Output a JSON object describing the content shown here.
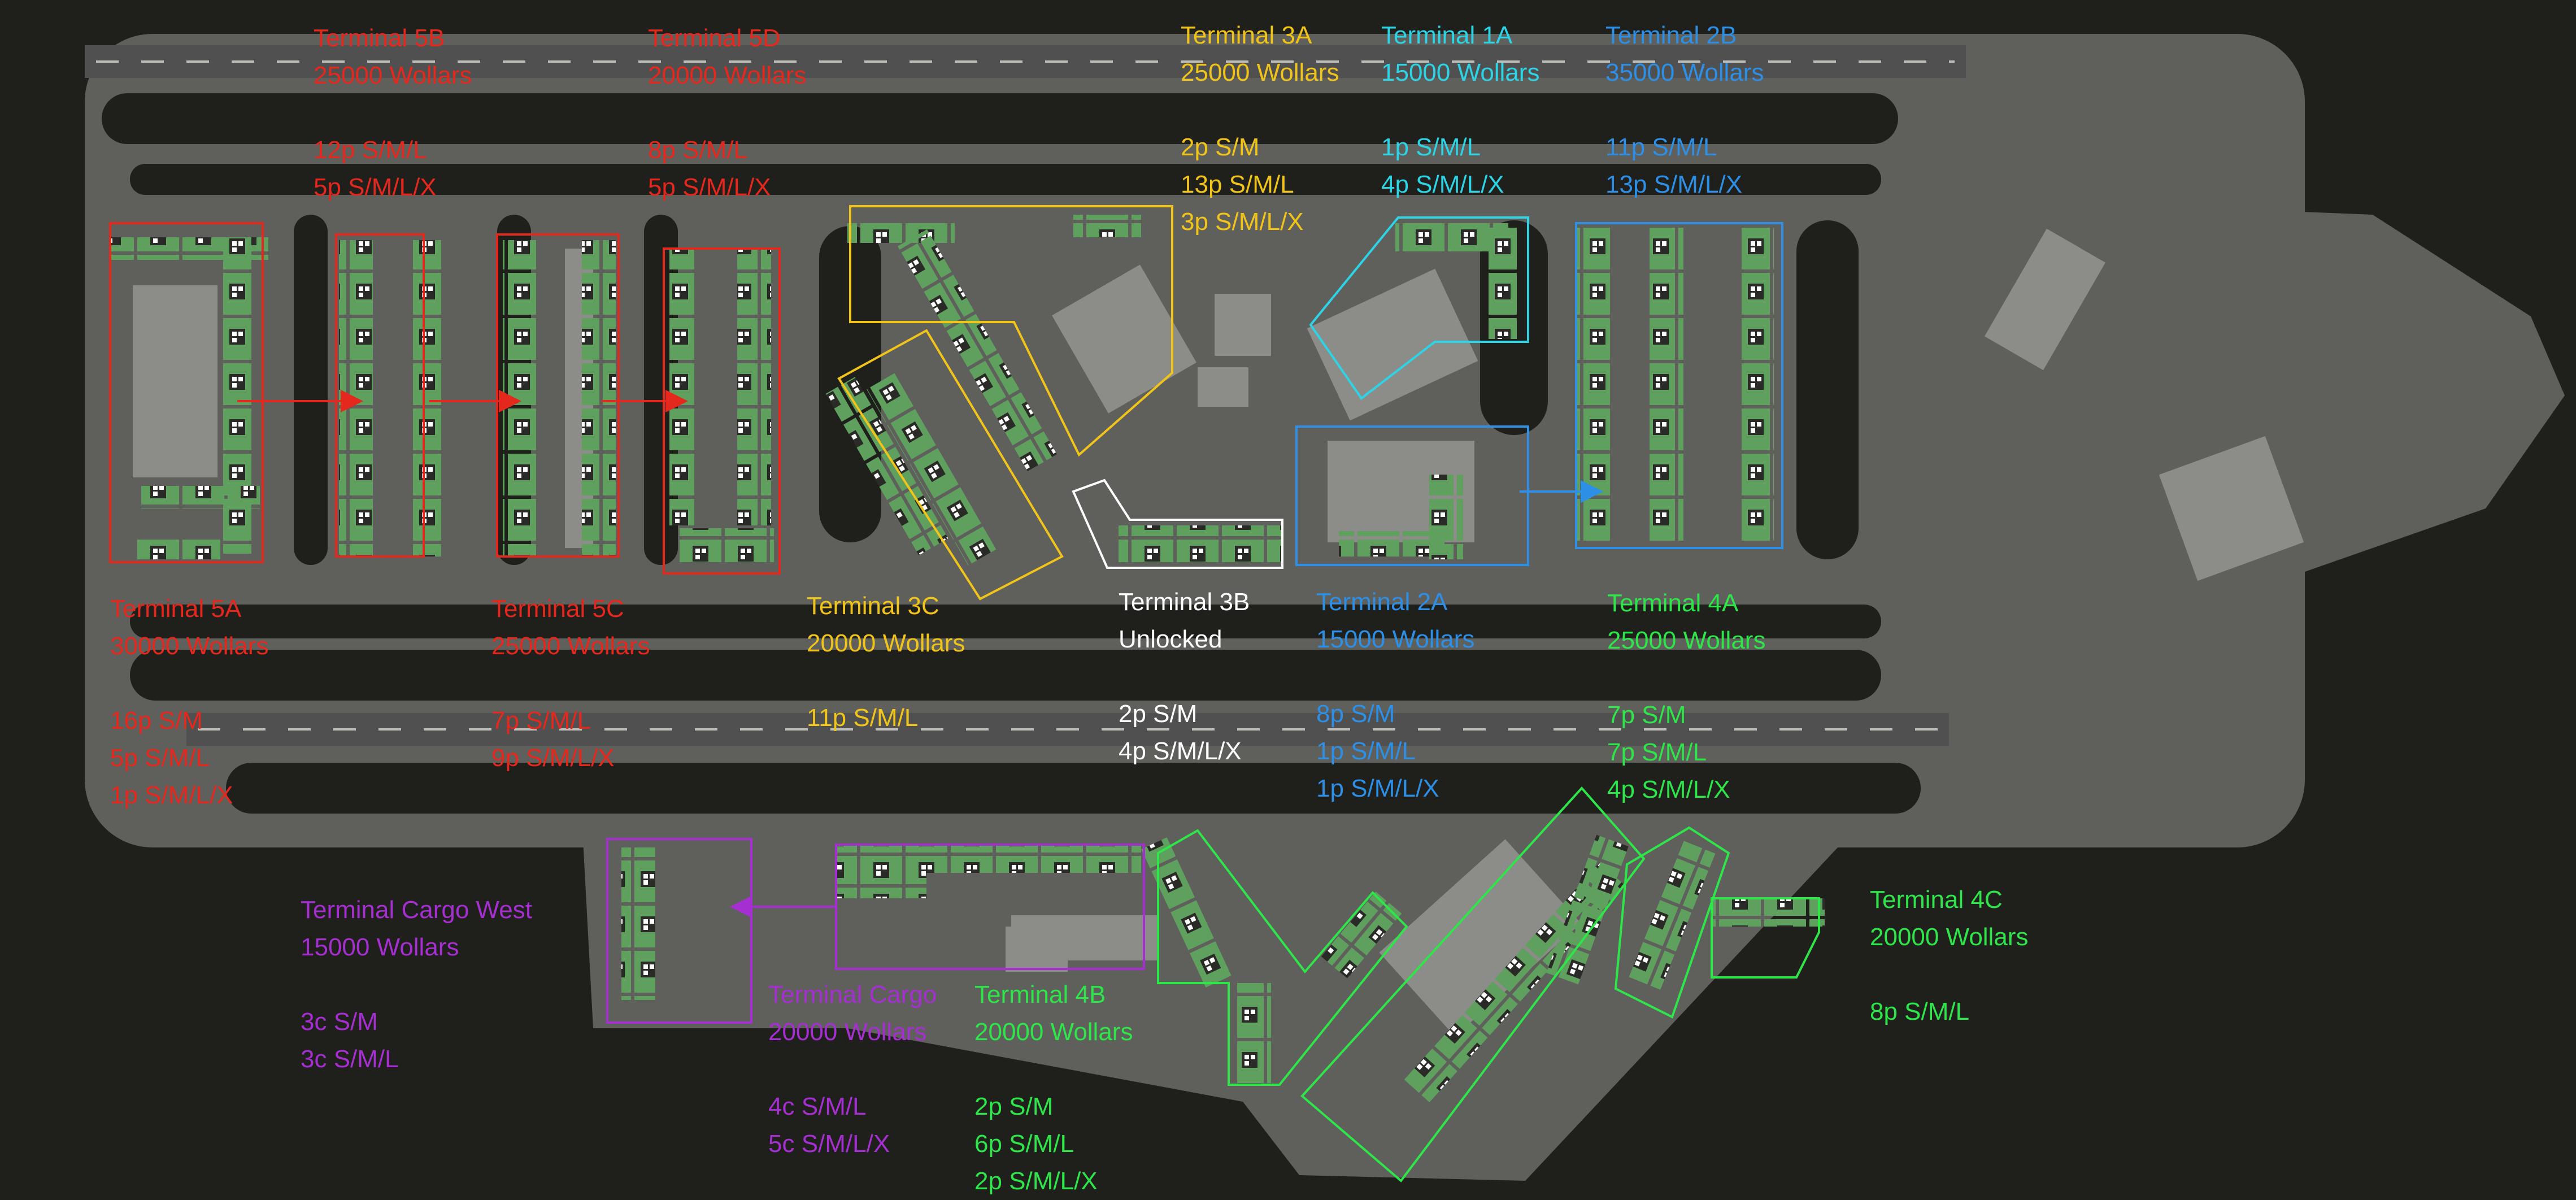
{
  "colors": {
    "background": "#1f1f1c",
    "airfield": "#6b6b68",
    "taxiway_line": "#8a8a86",
    "building": "#8c8c89",
    "stand": "#5fa05f",
    "terminal5": "#e5281e",
    "terminal3a_3c": "#f0c419",
    "terminal1a": "#2cd4e6",
    "terminal2": "#2d8fe6",
    "terminal3b": "#ffffff",
    "terminal4": "#2ee64a",
    "cargo": "#a62fd1"
  },
  "terminals": {
    "t5b": {
      "name": "Terminal 5B",
      "price": "25000 Wollars",
      "stands": [
        "12p S/M/L",
        "5p S/M/L/X"
      ]
    },
    "t5d": {
      "name": "Terminal 5D",
      "price": "20000 Wollars",
      "stands": [
        "8p S/M/L",
        "5p S/M/L/X"
      ]
    },
    "t3a": {
      "name": "Terminal 3A",
      "price": "25000 Wollars",
      "stands": [
        "2p S/M",
        "13p S/M/L",
        "3p S/M/L/X"
      ]
    },
    "t1a": {
      "name": "Terminal 1A",
      "price": "15000 Wollars",
      "stands": [
        "1p S/M/L",
        "4p S/M/L/X"
      ]
    },
    "t2b": {
      "name": "Terminal 2B",
      "price": "35000 Wollars",
      "stands": [
        "11p S/M/L",
        "13p S/M/L/X"
      ]
    },
    "t5a": {
      "name": "Terminal 5A",
      "price": "30000 Wollars",
      "stands": [
        "16p S/M",
        "5p S/M/L",
        "1p S/M/L/X"
      ]
    },
    "t5c": {
      "name": "Terminal 5C",
      "price": "25000 Wollars",
      "stands": [
        "7p S/M/L",
        "9p S/M/L/X"
      ]
    },
    "t3c": {
      "name": "Terminal 3C",
      "price": "20000 Wollars",
      "stands": [
        "11p S/M/L"
      ]
    },
    "t3b": {
      "name": "Terminal 3B",
      "price": "Unlocked",
      "stands": [
        "2p S/M",
        "4p S/M/L/X"
      ]
    },
    "t2a": {
      "name": "Terminal 2A",
      "price": "15000 Wollars",
      "stands": [
        "8p S/M",
        "1p S/M/L",
        "1p S/M/L/X"
      ]
    },
    "t4a": {
      "name": "Terminal 4A",
      "price": "25000 Wollars",
      "stands": [
        "7p S/M",
        "7p S/M/L",
        "4p S/M/L/X"
      ]
    },
    "t4c": {
      "name": "Terminal 4C",
      "price": "20000 Wollars",
      "stands": [
        "8p S/M/L"
      ]
    },
    "cargo_west": {
      "name": "Terminal Cargo West",
      "price": "15000 Wollars",
      "stands": [
        "3c S/M",
        "3c S/M/L"
      ]
    },
    "cargo": {
      "name": "Terminal Cargo",
      "price": "20000 Wollars",
      "stands": [
        "4c S/M/L",
        "5c S/M/L/X"
      ]
    },
    "t4b": {
      "name": "Terminal 4B",
      "price": "20000 Wollars",
      "stands": [
        "2p S/M",
        "6p S/M/L",
        "2p S/M/L/X"
      ]
    }
  }
}
